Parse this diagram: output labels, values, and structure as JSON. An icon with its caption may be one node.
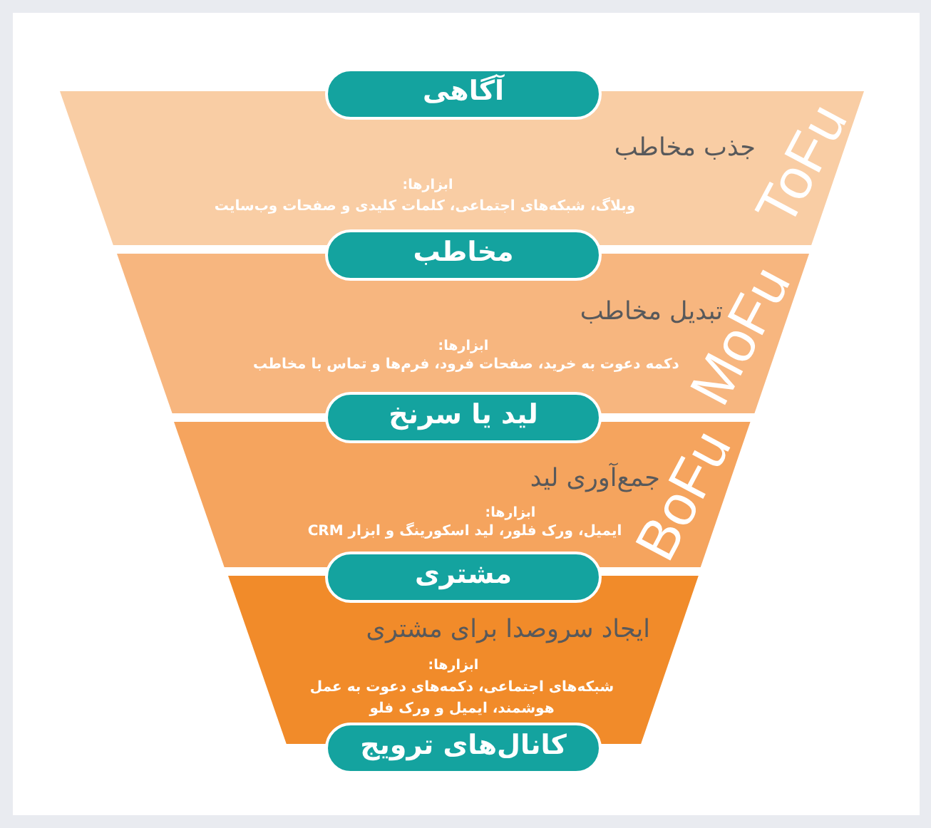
{
  "diagram": {
    "nodes": [
      {
        "text": [
          "آگاهی"
        ]
      },
      {
        "text": [
          "جذب مخاطب",
          "ابزارها:",
          "وبلاگ، شبکه‌های اجتماعی، کلمات کلیدی و صفحات وب‌سایت",
          "ToFu"
        ]
      },
      {
        "text": [
          "مخاطب"
        ]
      },
      {
        "text": [
          "تبدیل مخاطب",
          "ابزارها:",
          "دکمه دعوت به خرید، صفحات فرود، فرم‌ها و تماس با مخاطب",
          "MoFu"
        ]
      },
      {
        "text": [
          "لید یا سرنخ"
        ]
      },
      {
        "text": [
          "جمع‌آوری لید",
          "ابزارها:",
          "ایمیل، ورک فلور، لید اسکورینگ و ابزار CRM",
          "BoFu"
        ]
      },
      {
        "text": [
          "مشتری"
        ]
      },
      {
        "text": [
          "ایجاد سروصدا برای مشتری",
          "ابزارها:",
          "شبکه‌های اجتماعی، دکمه‌های دعوت به عمل هوشمند، ایمیل و ورک فلو"
        ]
      },
      {
        "text": [
          "کانال‌های ترویج"
        ]
      }
    ]
  }
}
